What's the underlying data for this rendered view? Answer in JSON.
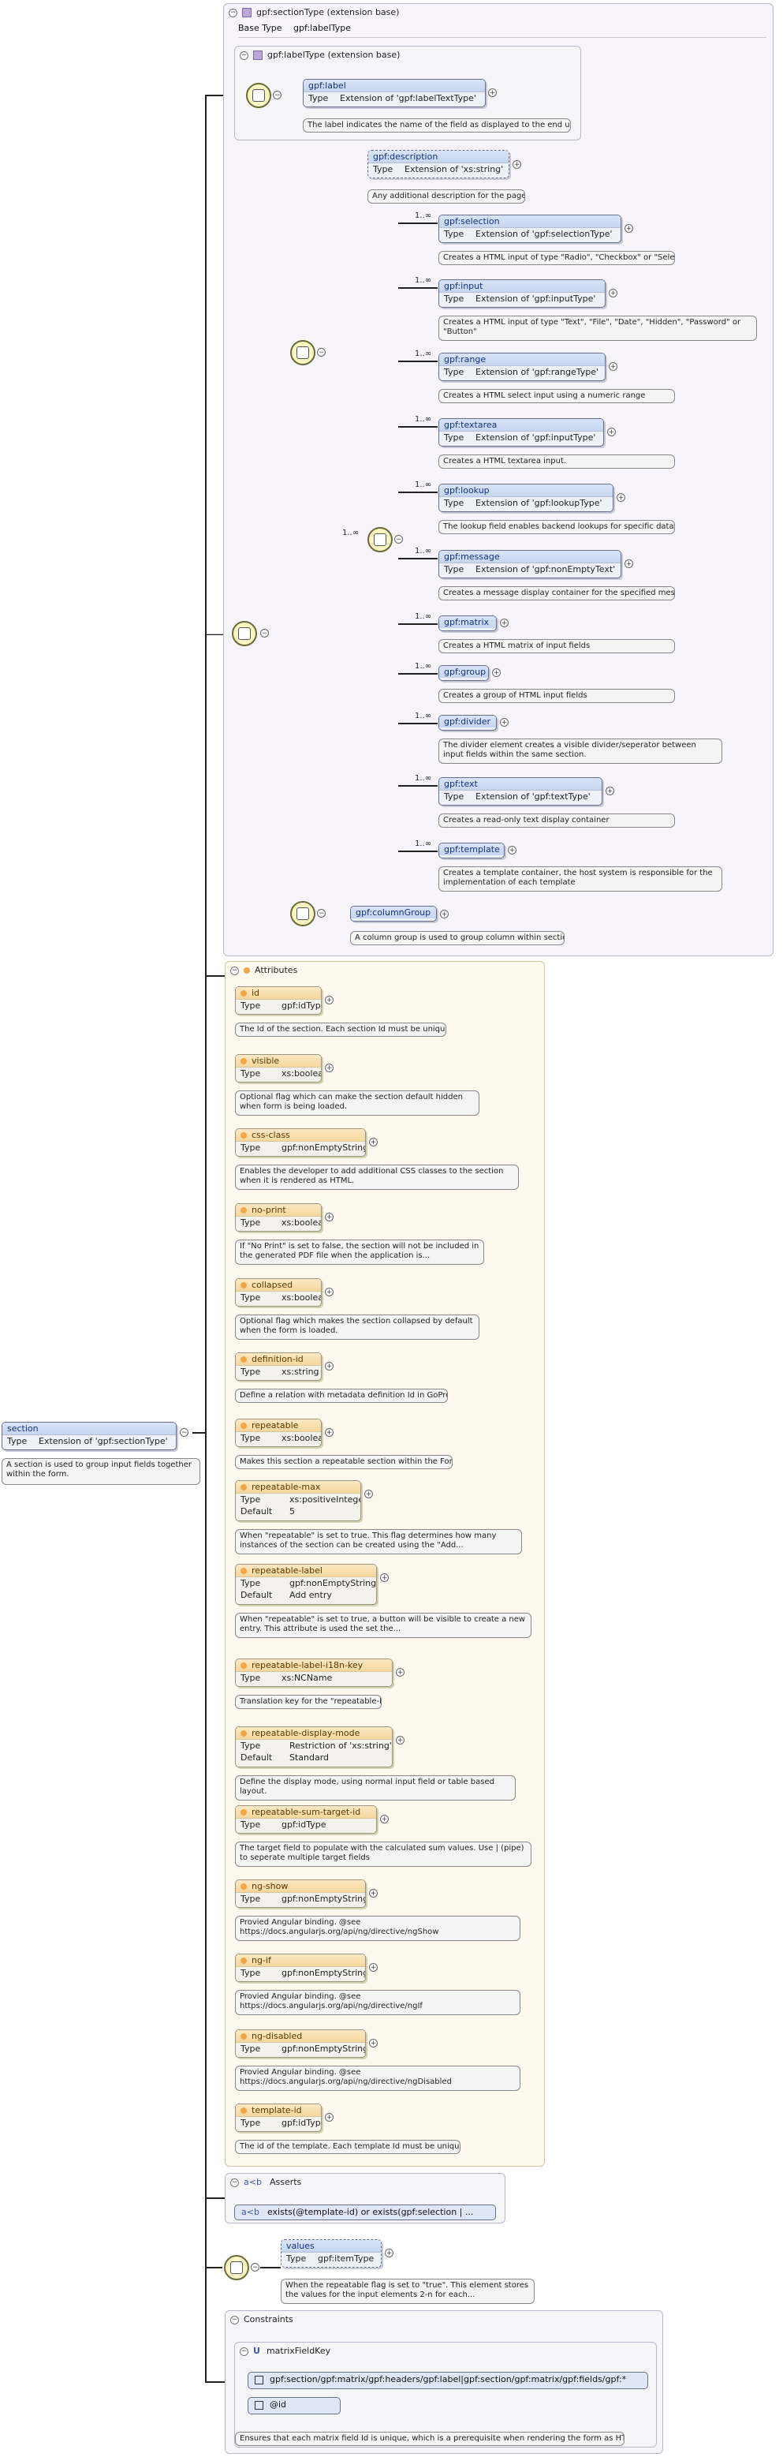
{
  "root": {
    "name": "section",
    "type_label": "Type",
    "type_value": "Extension of 'gpf:sectionType'",
    "doc": "A section is used to group input fields together within the form."
  },
  "section_type": {
    "header": "gpf:sectionType (extension base)",
    "base_type_label": "Base Type",
    "base_type_value": "gpf:labelType"
  },
  "label_type": {
    "header": "gpf:labelType (extension base)",
    "element": {
      "name": "gpf:label",
      "type_label": "Type",
      "type_value": "Extension of 'gpf:labelTextType'"
    },
    "doc": "The label indicates the name of the field as displayed to the end user."
  },
  "description": {
    "name": "gpf:description",
    "type_label": "Type",
    "type_value": "Extension of 'xs:string'",
    "doc": "Any additional description for the page"
  },
  "choice_multiplicity": "1..∞",
  "choice_elements": [
    {
      "mult": "1..∞",
      "name": "gpf:selection",
      "type_label": "Type",
      "type_value": "Extension of 'gpf:selectionType'",
      "doc": "Creates a HTML input of type \"Radio\", \"Checkbox\" or \"Select\""
    },
    {
      "mult": "1..∞",
      "name": "gpf:input",
      "type_label": "Type",
      "type_value": "Extension of 'gpf:inputType'",
      "doc": "Creates a HTML input of type \"Text\", \"File\", \"Date\", \"Hidden\", \"Password\" or \"Button\""
    },
    {
      "mult": "1..∞",
      "name": "gpf:range",
      "type_label": "Type",
      "type_value": "Extension of 'gpf:rangeType'",
      "doc": "Creates a HTML select input using a numeric range"
    },
    {
      "mult": "1..∞",
      "name": "gpf:textarea",
      "type_label": "Type",
      "type_value": "Extension of 'gpf:inputType'",
      "doc": "Creates a HTML textarea input."
    },
    {
      "mult": "1..∞",
      "name": "gpf:lookup",
      "type_label": "Type",
      "type_value": "Extension of 'gpf:lookupType'",
      "doc": "The lookup field enables backend lookups for specific data collections"
    },
    {
      "mult": "1..∞",
      "name": "gpf:message",
      "type_label": "Type",
      "type_value": "Extension of 'gpf:nonEmptyText'",
      "doc": "Creates a message display container for the specified message."
    },
    {
      "mult": "1..∞",
      "name": "gpf:matrix",
      "type_label": "",
      "type_value": "",
      "doc": "Creates a HTML matrix of input fields"
    },
    {
      "mult": "1..∞",
      "name": "gpf:group",
      "type_label": "",
      "type_value": "",
      "doc": "Creates a group of HTML input fields"
    },
    {
      "mult": "1..∞",
      "name": "gpf:divider",
      "type_label": "",
      "type_value": "",
      "doc": "The divider element creates a visible divider/seperator between input fields within the same section."
    },
    {
      "mult": "1..∞",
      "name": "gpf:text",
      "type_label": "Type",
      "type_value": "Extension of 'gpf:textType'",
      "doc": "Creates a read-only text display container"
    },
    {
      "mult": "1..∞",
      "name": "gpf:template",
      "type_label": "",
      "type_value": "",
      "doc": "Creates a template container, the host system is responsible for the implementation of each template"
    }
  ],
  "column_group": {
    "name": "gpf:columnGroup",
    "doc": "A column group is used to group column within section."
  },
  "attributes": {
    "header": "Attributes",
    "items": [
      {
        "name": "id",
        "rows": [
          [
            "Type",
            "gpf:idType"
          ]
        ],
        "doc": "The Id of the section. Each section Id must be unique."
      },
      {
        "name": "visible",
        "rows": [
          [
            "Type",
            "xs:boolean"
          ]
        ],
        "doc": "Optional flag which can make the section default hidden when form is being loaded."
      },
      {
        "name": "css-class",
        "rows": [
          [
            "Type",
            "gpf:nonEmptyString"
          ]
        ],
        "doc": "Enables the developer to add additional CSS classes to the section when it is rendered as HTML."
      },
      {
        "name": "no-print",
        "rows": [
          [
            "Type",
            "xs:boolean"
          ]
        ],
        "doc": "If \"No Print\" is set to false, the section will not be included in the generated PDF file when the application is..."
      },
      {
        "name": "collapsed",
        "rows": [
          [
            "Type",
            "xs:boolean"
          ]
        ],
        "doc": "Optional flag which makes the section collapsed by default when the form is loaded."
      },
      {
        "name": "definition-id",
        "rows": [
          [
            "Type",
            "xs:string"
          ]
        ],
        "doc": "Define a relation with metadata definition Id in GoPro"
      },
      {
        "name": "repeatable",
        "rows": [
          [
            "Type",
            "xs:boolean"
          ]
        ],
        "doc": "Makes this section a repeatable section within the Form."
      },
      {
        "name": "repeatable-max",
        "rows": [
          [
            "Type",
            "xs:positiveInteger"
          ],
          [
            "Default",
            "5"
          ]
        ],
        "doc": "When \"repeatable\" is set to true. This flag determines how many instances of the section can be created using the \"Add..."
      },
      {
        "name": "repeatable-label",
        "rows": [
          [
            "Type",
            "gpf:nonEmptyString"
          ],
          [
            "Default",
            "Add entry"
          ]
        ],
        "doc": "When \"repeatable\" is set to true, a button will be visible to create a new entry. This attribute is used the set the..."
      },
      {
        "name": "repeatable-label-i18n-key",
        "rows": [
          [
            "Type",
            "xs:NCName"
          ]
        ],
        "doc": "Translation key for the \"repeatable-label\" button"
      },
      {
        "name": "repeatable-display-mode",
        "rows": [
          [
            "Type",
            "Restriction of 'xs:string'"
          ],
          [
            "Default",
            "Standard"
          ]
        ],
        "doc": "Define the display mode, using normal input field or table based layout."
      },
      {
        "name": "repeatable-sum-target-id",
        "rows": [
          [
            "Type",
            "gpf:idType"
          ]
        ],
        "doc": "The target field to populate with the calculated sum values. Use | (pipe) to seperate multiple target fields"
      },
      {
        "name": "ng-show",
        "rows": [
          [
            "Type",
            "gpf:nonEmptyString"
          ]
        ],
        "doc": "Provied Angular binding. @see https://docs.angularjs.org/api/ng/directive/ngShow"
      },
      {
        "name": "ng-if",
        "rows": [
          [
            "Type",
            "gpf:nonEmptyString"
          ]
        ],
        "doc": "Provied Angular binding. @see https://docs.angularjs.org/api/ng/directive/ngIf"
      },
      {
        "name": "ng-disabled",
        "rows": [
          [
            "Type",
            "gpf:nonEmptyString"
          ]
        ],
        "doc": "Provied Angular binding. @see https://docs.angularjs.org/api/ng/directive/ngDisabled"
      },
      {
        "name": "template-id",
        "rows": [
          [
            "Type",
            "gpf:idType"
          ]
        ],
        "doc": "The id of the template. Each template Id must be unique."
      }
    ]
  },
  "asserts": {
    "prefix": "a<b",
    "header": "Asserts",
    "row_prefix": "a<b",
    "row": "exists(@template-id) or exists(gpf:selection | ..."
  },
  "values": {
    "name": "values",
    "type_label": "Type",
    "type_value": "gpf:itemType",
    "doc": "When the repeatable flag is set to \"true\". This element stores the values for the input elements 2-n for each..."
  },
  "constraints": {
    "header": "Constraints",
    "key_prefix": "U",
    "key_name": "matrixFieldKey",
    "selector": "gpf:section/gpf:matrix/gpf:headers/gpf:label|gpf:section/gpf:matrix/gpf:fields/gpf:*",
    "field": "@id",
    "doc": "Ensures that each matrix field Id is unique, which is a prerequisite when rendering the form as HTML."
  }
}
